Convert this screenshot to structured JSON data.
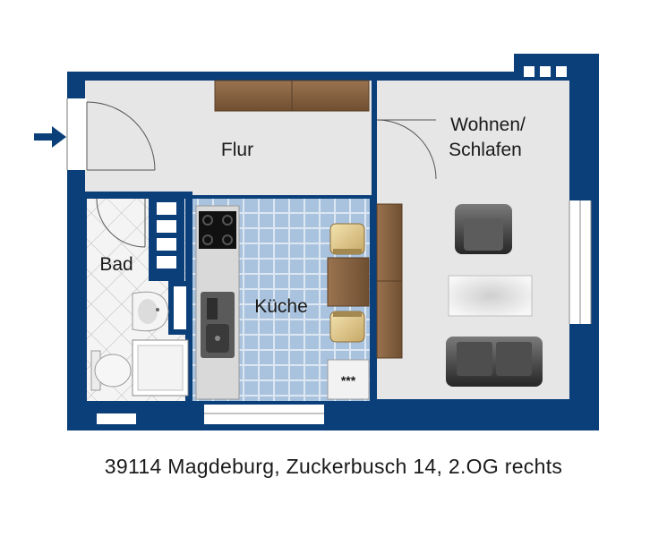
{
  "rooms": {
    "flur": "Flur",
    "wohnen_line1": "Wohnen/",
    "wohnen_line2": "Schlafen",
    "bad": "Bad",
    "kueche": "Küche"
  },
  "appliance_label": "***",
  "caption": "39114 Magdeburg, Zuckerbusch 14, 2.OG rechts",
  "colors": {
    "wall": "#0b3f7a",
    "floor": "#e6e6e6",
    "wood": "#8a6440",
    "tile": "#aac3df"
  }
}
